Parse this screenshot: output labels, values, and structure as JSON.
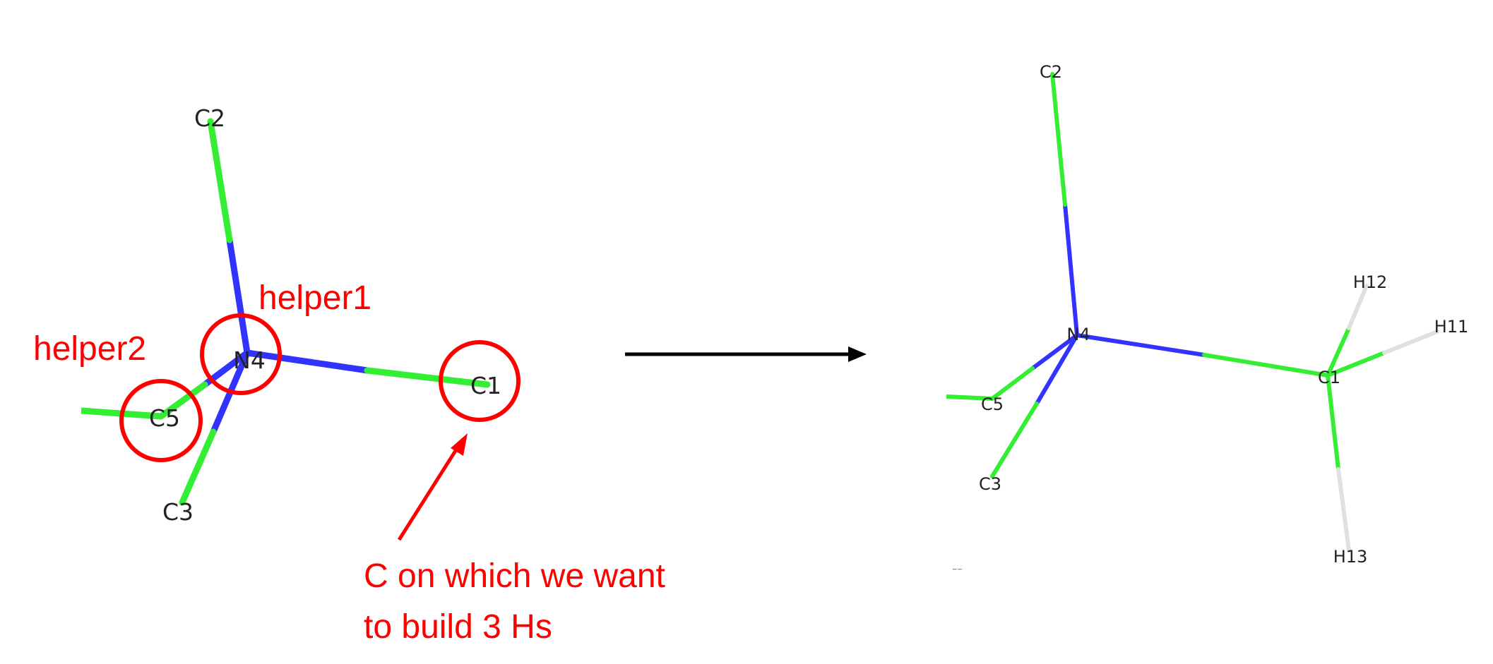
{
  "colors": {
    "nitrogen_bond": "#3333ff",
    "carbon_bond": "#33ee33",
    "hydrogen_bond": "#e0e0e0",
    "annotation": "#ff0000",
    "arrow": "#000000",
    "atom_label": "#222222"
  },
  "before": {
    "atoms": {
      "c2": "C2",
      "n4": "N4",
      "c1": "C1",
      "c5": "C5",
      "c3": "C3"
    },
    "annotations": {
      "helper1": "helper1",
      "helper2": "helper2",
      "target_line1": "C on which we want",
      "target_line2": "to build 3 Hs"
    }
  },
  "after": {
    "atoms": {
      "c2": "C2",
      "n4": "N4",
      "c5": "C5",
      "c3": "C3",
      "c1": "C1",
      "h11": "H11",
      "h12": "H12",
      "h13": "H13",
      "cut": "⁻⁻"
    }
  }
}
